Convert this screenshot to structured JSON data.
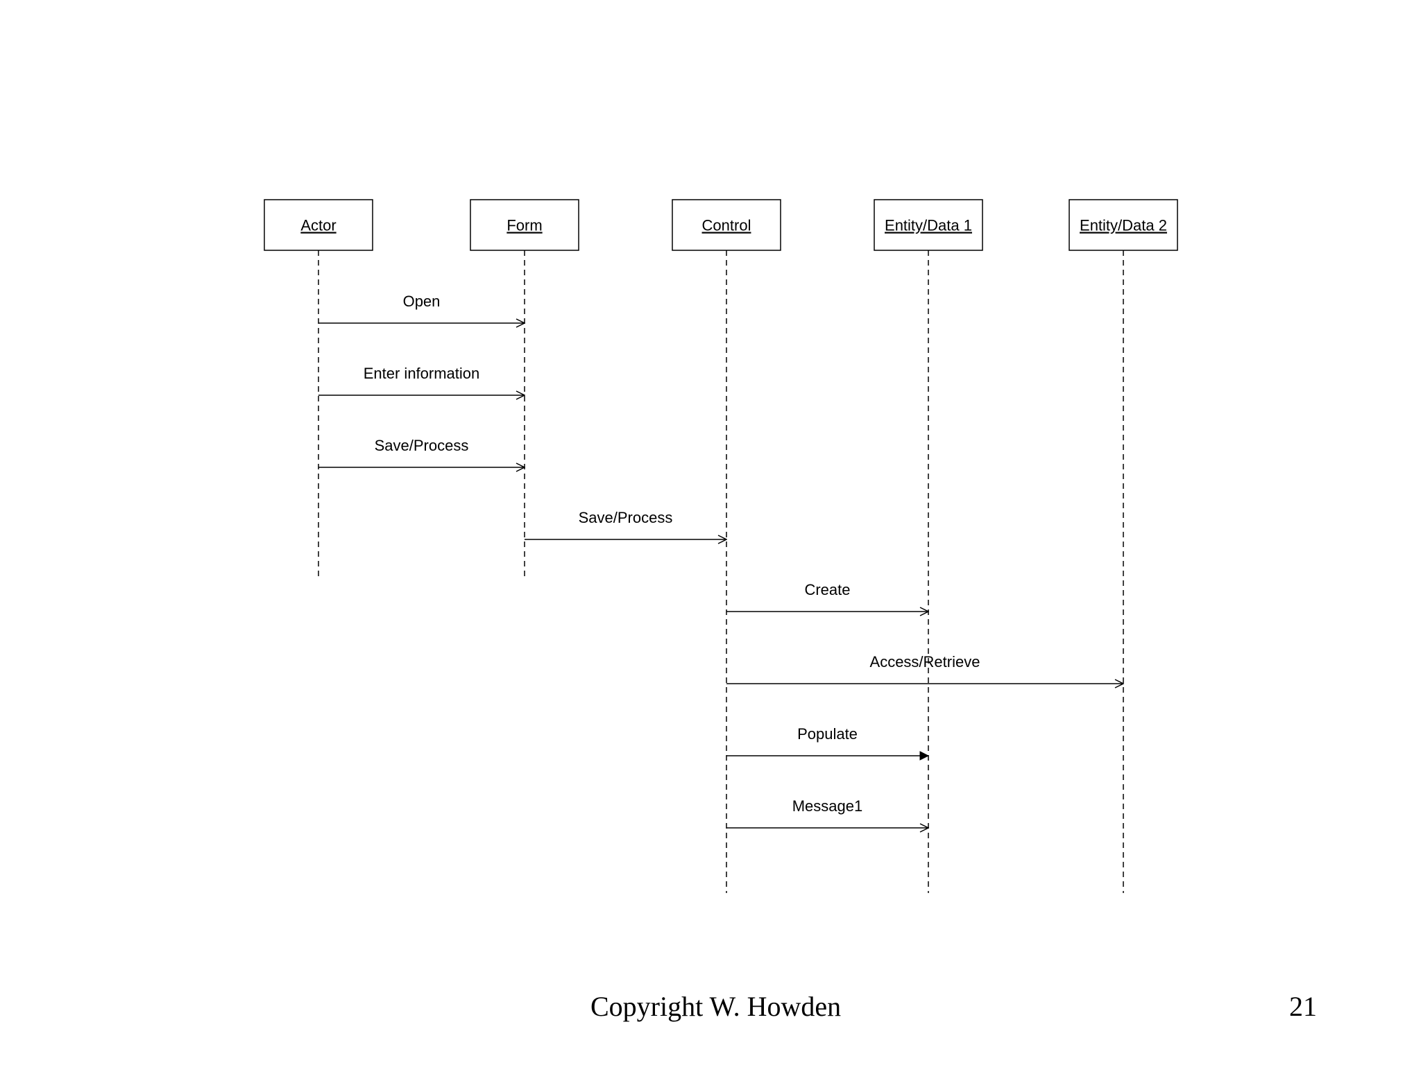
{
  "diagram": {
    "type": "sequence-diagram",
    "participants": [
      {
        "id": "actor",
        "label": "Actor"
      },
      {
        "id": "form",
        "label": "Form"
      },
      {
        "id": "control",
        "label": "Control"
      },
      {
        "id": "entity1",
        "label": "Entity/Data 1"
      },
      {
        "id": "entity2",
        "label": "Entity/Data 2"
      }
    ],
    "messages": [
      {
        "from": "actor",
        "to": "form",
        "label": "Open",
        "arrow": "open"
      },
      {
        "from": "actor",
        "to": "form",
        "label": "Enter information",
        "arrow": "open"
      },
      {
        "from": "actor",
        "to": "form",
        "label": "Save/Process",
        "arrow": "open"
      },
      {
        "from": "form",
        "to": "control",
        "label": "Save/Process",
        "arrow": "open"
      },
      {
        "from": "control",
        "to": "entity1",
        "label": "Create",
        "arrow": "open"
      },
      {
        "from": "control",
        "to": "entity2",
        "label": "Access/Retrieve",
        "arrow": "open"
      },
      {
        "from": "control",
        "to": "entity1",
        "label": "Populate",
        "arrow": "filled"
      },
      {
        "from": "control",
        "to": "entity1",
        "label": "Message1",
        "arrow": "open"
      }
    ]
  },
  "footer": {
    "copyright": "Copyright W. Howden",
    "page_number": "21"
  }
}
